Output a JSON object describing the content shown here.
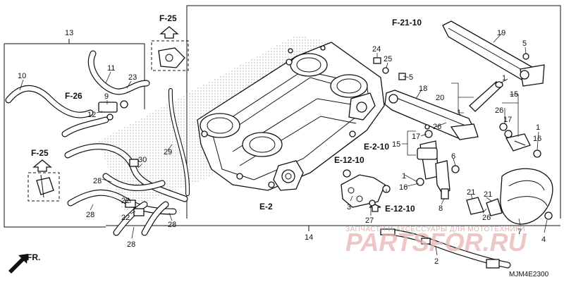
{
  "diagram": {
    "diagram_code": "MJM4E2300",
    "front_label": "FR.",
    "references": {
      "f25_top": "F-25",
      "f25_left": "F-25",
      "f26": "F-26",
      "f2110": "F-21-10",
      "e2_10": "E-2-10",
      "e12_10_a": "E-12-10",
      "e12_10_b": "E-12-10",
      "e2": "E-2"
    },
    "callouts": {
      "n1a": "1",
      "n1b": "1",
      "n1c": "1",
      "n2": "2",
      "n3": "3",
      "n4": "4",
      "n5a": "5",
      "n5b": "5",
      "n6": "6",
      "n7": "7",
      "n8": "8",
      "n9": "9",
      "n10": "10",
      "n11": "11",
      "n12": "12",
      "n13": "13",
      "n14": "14",
      "n15a": "15",
      "n15b": "15",
      "n16a": "16",
      "n16b": "16",
      "n17a": "17",
      "n17b": "17",
      "n18": "18",
      "n19": "19",
      "n20": "20",
      "n21a": "21",
      "n21b": "21",
      "n22a": "22",
      "n22b": "22",
      "n23": "23",
      "n24": "24",
      "n25": "25",
      "n26a": "26",
      "n26b": "26",
      "n27": "27",
      "n28a": "28",
      "n28b": "28",
      "n28c": "28",
      "n28d": "28",
      "n29": "29",
      "n30": "30"
    },
    "watermark": {
      "text": "PARTSFOR.RU",
      "subtitle": "ЗАПЧАСТИ И АКСЕССУАРЫ ДЛЯ МОТОТЕХНИКИ"
    }
  }
}
